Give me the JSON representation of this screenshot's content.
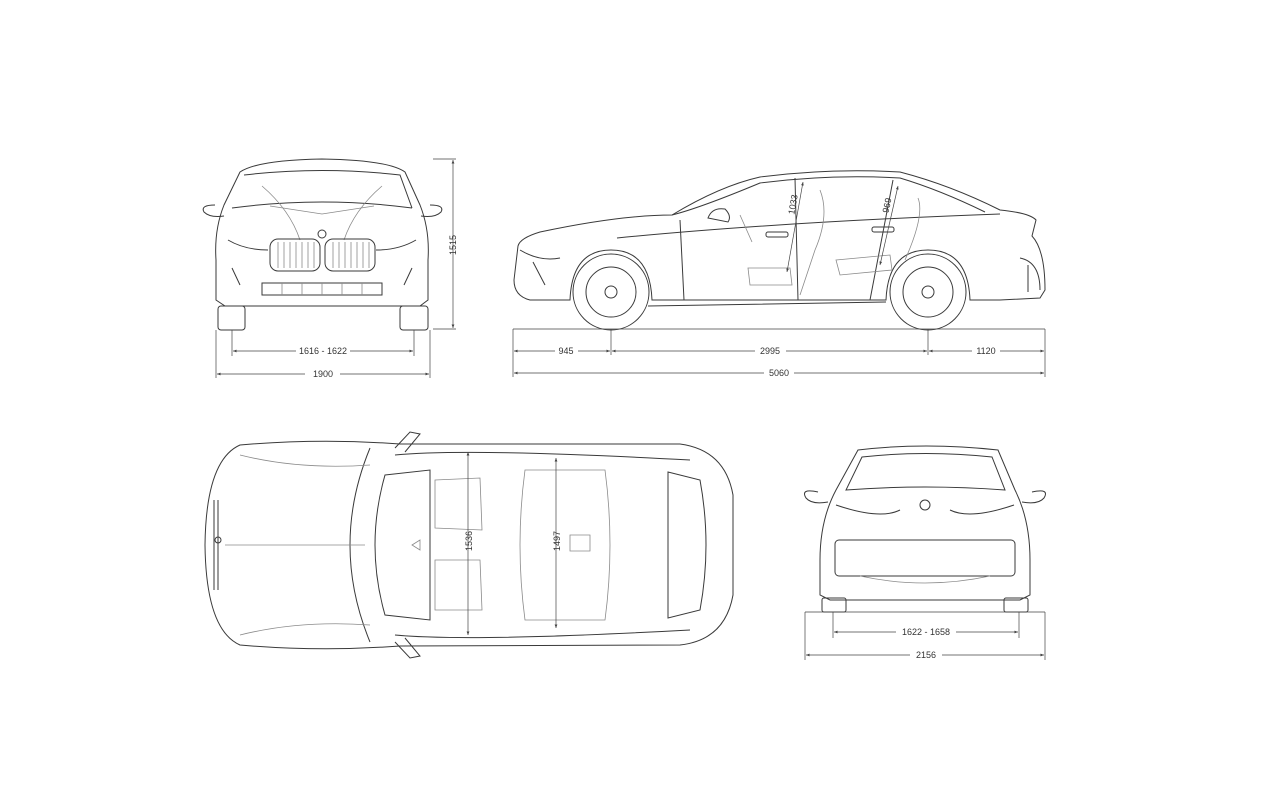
{
  "drawing": {
    "front_view": {
      "height": "1515",
      "track": "1616 - 1622",
      "width": "1900"
    },
    "side_view": {
      "front_overhang": "945",
      "wheelbase": "2995",
      "rear_overhang": "1120",
      "length": "5060",
      "front_headroom": "1033",
      "rear_headroom": "969"
    },
    "top_view": {
      "front_shoulder_width": "1536",
      "rear_shoulder_width": "1497"
    },
    "rear_view": {
      "track": "1622 - 1658",
      "width_with_mirrors": "2156"
    },
    "colors": {
      "line": "#3a3a3a",
      "background": "#ffffff"
    }
  }
}
